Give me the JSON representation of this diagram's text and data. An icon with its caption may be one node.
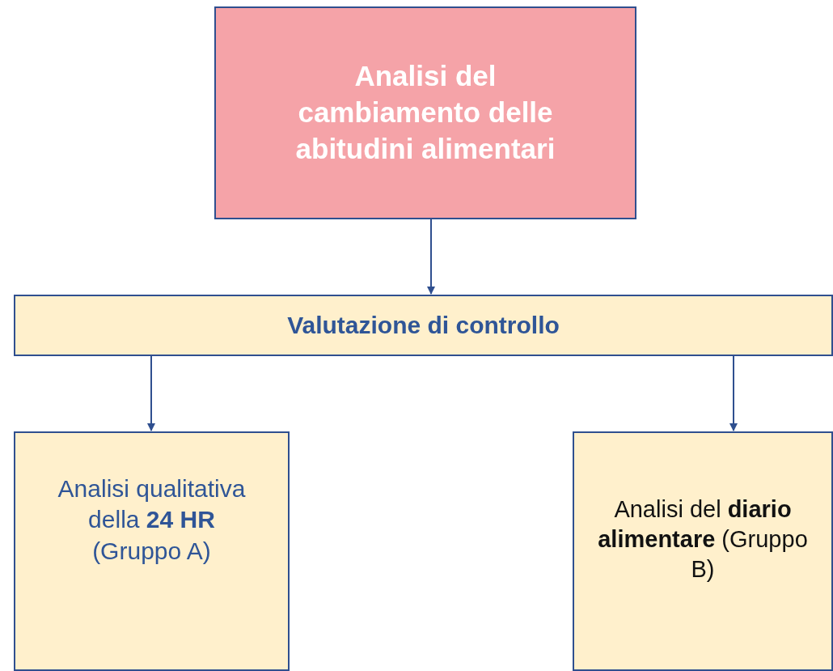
{
  "diagram": {
    "nodes": [
      {
        "text": [
          "Analisi del cambiamento delle abitudini alimentari"
        ]
      },
      {
        "text": [
          "Valutazione di controllo"
        ]
      },
      {
        "text": [
          "Analisi qualitativa della **24 HR** (Gruppo A)"
        ]
      },
      {
        "text": [
          "Analisi del **diario alimentare** (Gruppo B)"
        ]
      }
    ],
    "edges": [
      {
        "from": 0,
        "to": 1,
        "arrow": "to"
      },
      {
        "from": 1,
        "to": 2,
        "arrow": "to"
      },
      {
        "from": 1,
        "to": 3,
        "arrow": "to"
      }
    ]
  }
}
